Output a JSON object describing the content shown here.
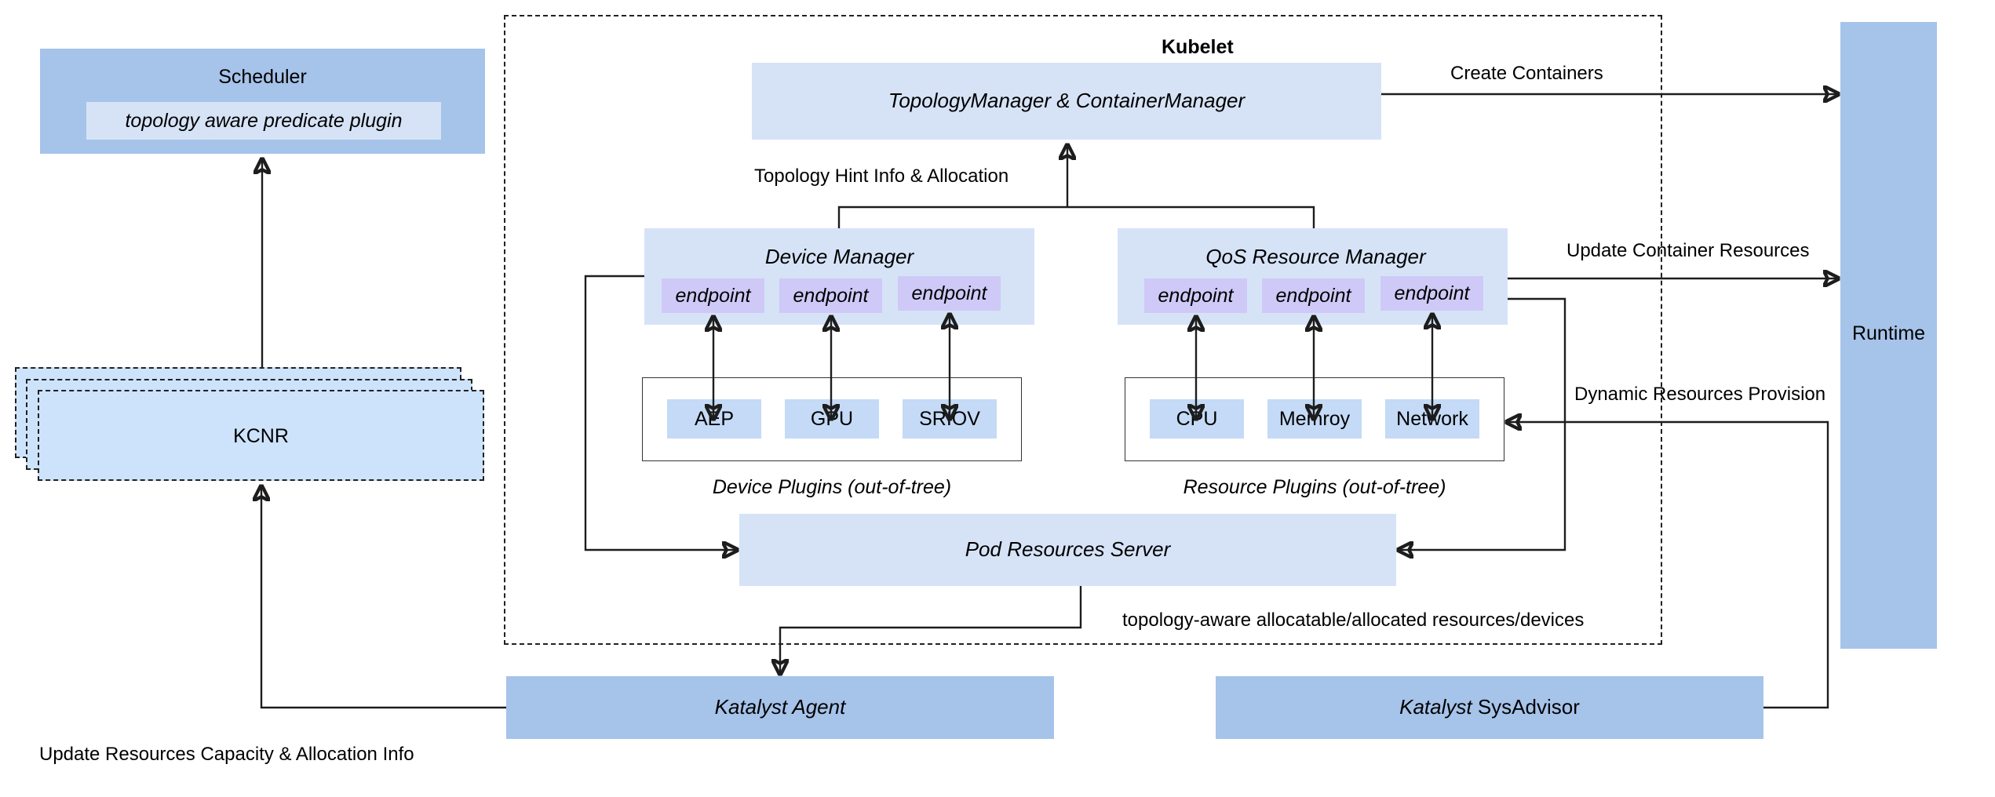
{
  "diagram": {
    "title": "Kubelet topology-aware resource management architecture",
    "colors": {
      "box_mid": "#a6c3ea",
      "box_light": "#d6e3f7",
      "box_kcnr": "#cde3fb",
      "endpoint_purple": "#cfc9f7",
      "plugin_chip": "#c4daf6",
      "stroke": "#1d1d1d"
    }
  },
  "scheduler": {
    "title": "Scheduler",
    "plugin": "topology aware predicate plugin"
  },
  "kcnr": {
    "label": "KCNR",
    "stack_count": 3
  },
  "kubelet": {
    "title": "Kubelet",
    "topology_manager": "TopologyManager & ContainerManager",
    "hint_label": "Topology Hint Info & Allocation",
    "device_manager": {
      "title": "Device Manager",
      "endpoints": [
        "endpoint",
        "endpoint",
        "endpoint"
      ],
      "plugins_caption": "Device Plugins (out-of-tree)",
      "plugins": [
        "AEP",
        "GPU",
        "SRIOV"
      ]
    },
    "qos_resource_manager": {
      "title": "QoS Resource Manager",
      "endpoints": [
        "endpoint",
        "endpoint",
        "endpoint"
      ],
      "plugins_caption": "Resource Plugins (out-of-tree)",
      "plugins": [
        "CPU",
        "Memroy",
        "Network"
      ]
    },
    "pod_resources_server": "Pod Resources Server",
    "pod_resources_caption": "topology-aware allocatable/allocated resources/devices"
  },
  "runtime": {
    "label": "Runtime"
  },
  "katalyst": {
    "agent": "Katalyst Agent",
    "sysadvisor_italic": "Katalyst",
    "sysadvisor_rest": " SysAdvisor"
  },
  "edge_labels": {
    "create_containers": "Create Containers",
    "update_container_resources": "Update Container Resources",
    "dynamic_resources_provision": "Dynamic Resources Provision",
    "update_resources_capacity": "Update Resources Capacity & Allocation Info"
  }
}
